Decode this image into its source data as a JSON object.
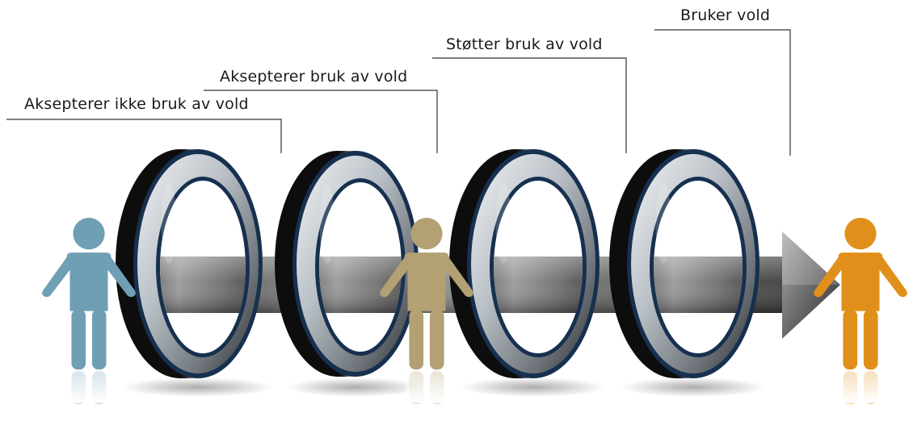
{
  "stages": [
    {
      "label": "Aksepterer ikke bruk av vold"
    },
    {
      "label": "Aksepterer bruk av vold"
    },
    {
      "label": "Støtter bruk av vold"
    },
    {
      "label": "Bruker vold"
    }
  ],
  "figures": [
    {
      "role": "start",
      "color": "#6f9fb5"
    },
    {
      "role": "middle",
      "color": "#b3a073"
    },
    {
      "role": "end",
      "color": "#e0901a"
    }
  ],
  "colors": {
    "ring_outer": "#17304f",
    "ring_metal_light": "#d8dde2",
    "ring_metal_dark": "#141414",
    "arrow": "#5a5a5a",
    "leader_lines": "#333333"
  }
}
